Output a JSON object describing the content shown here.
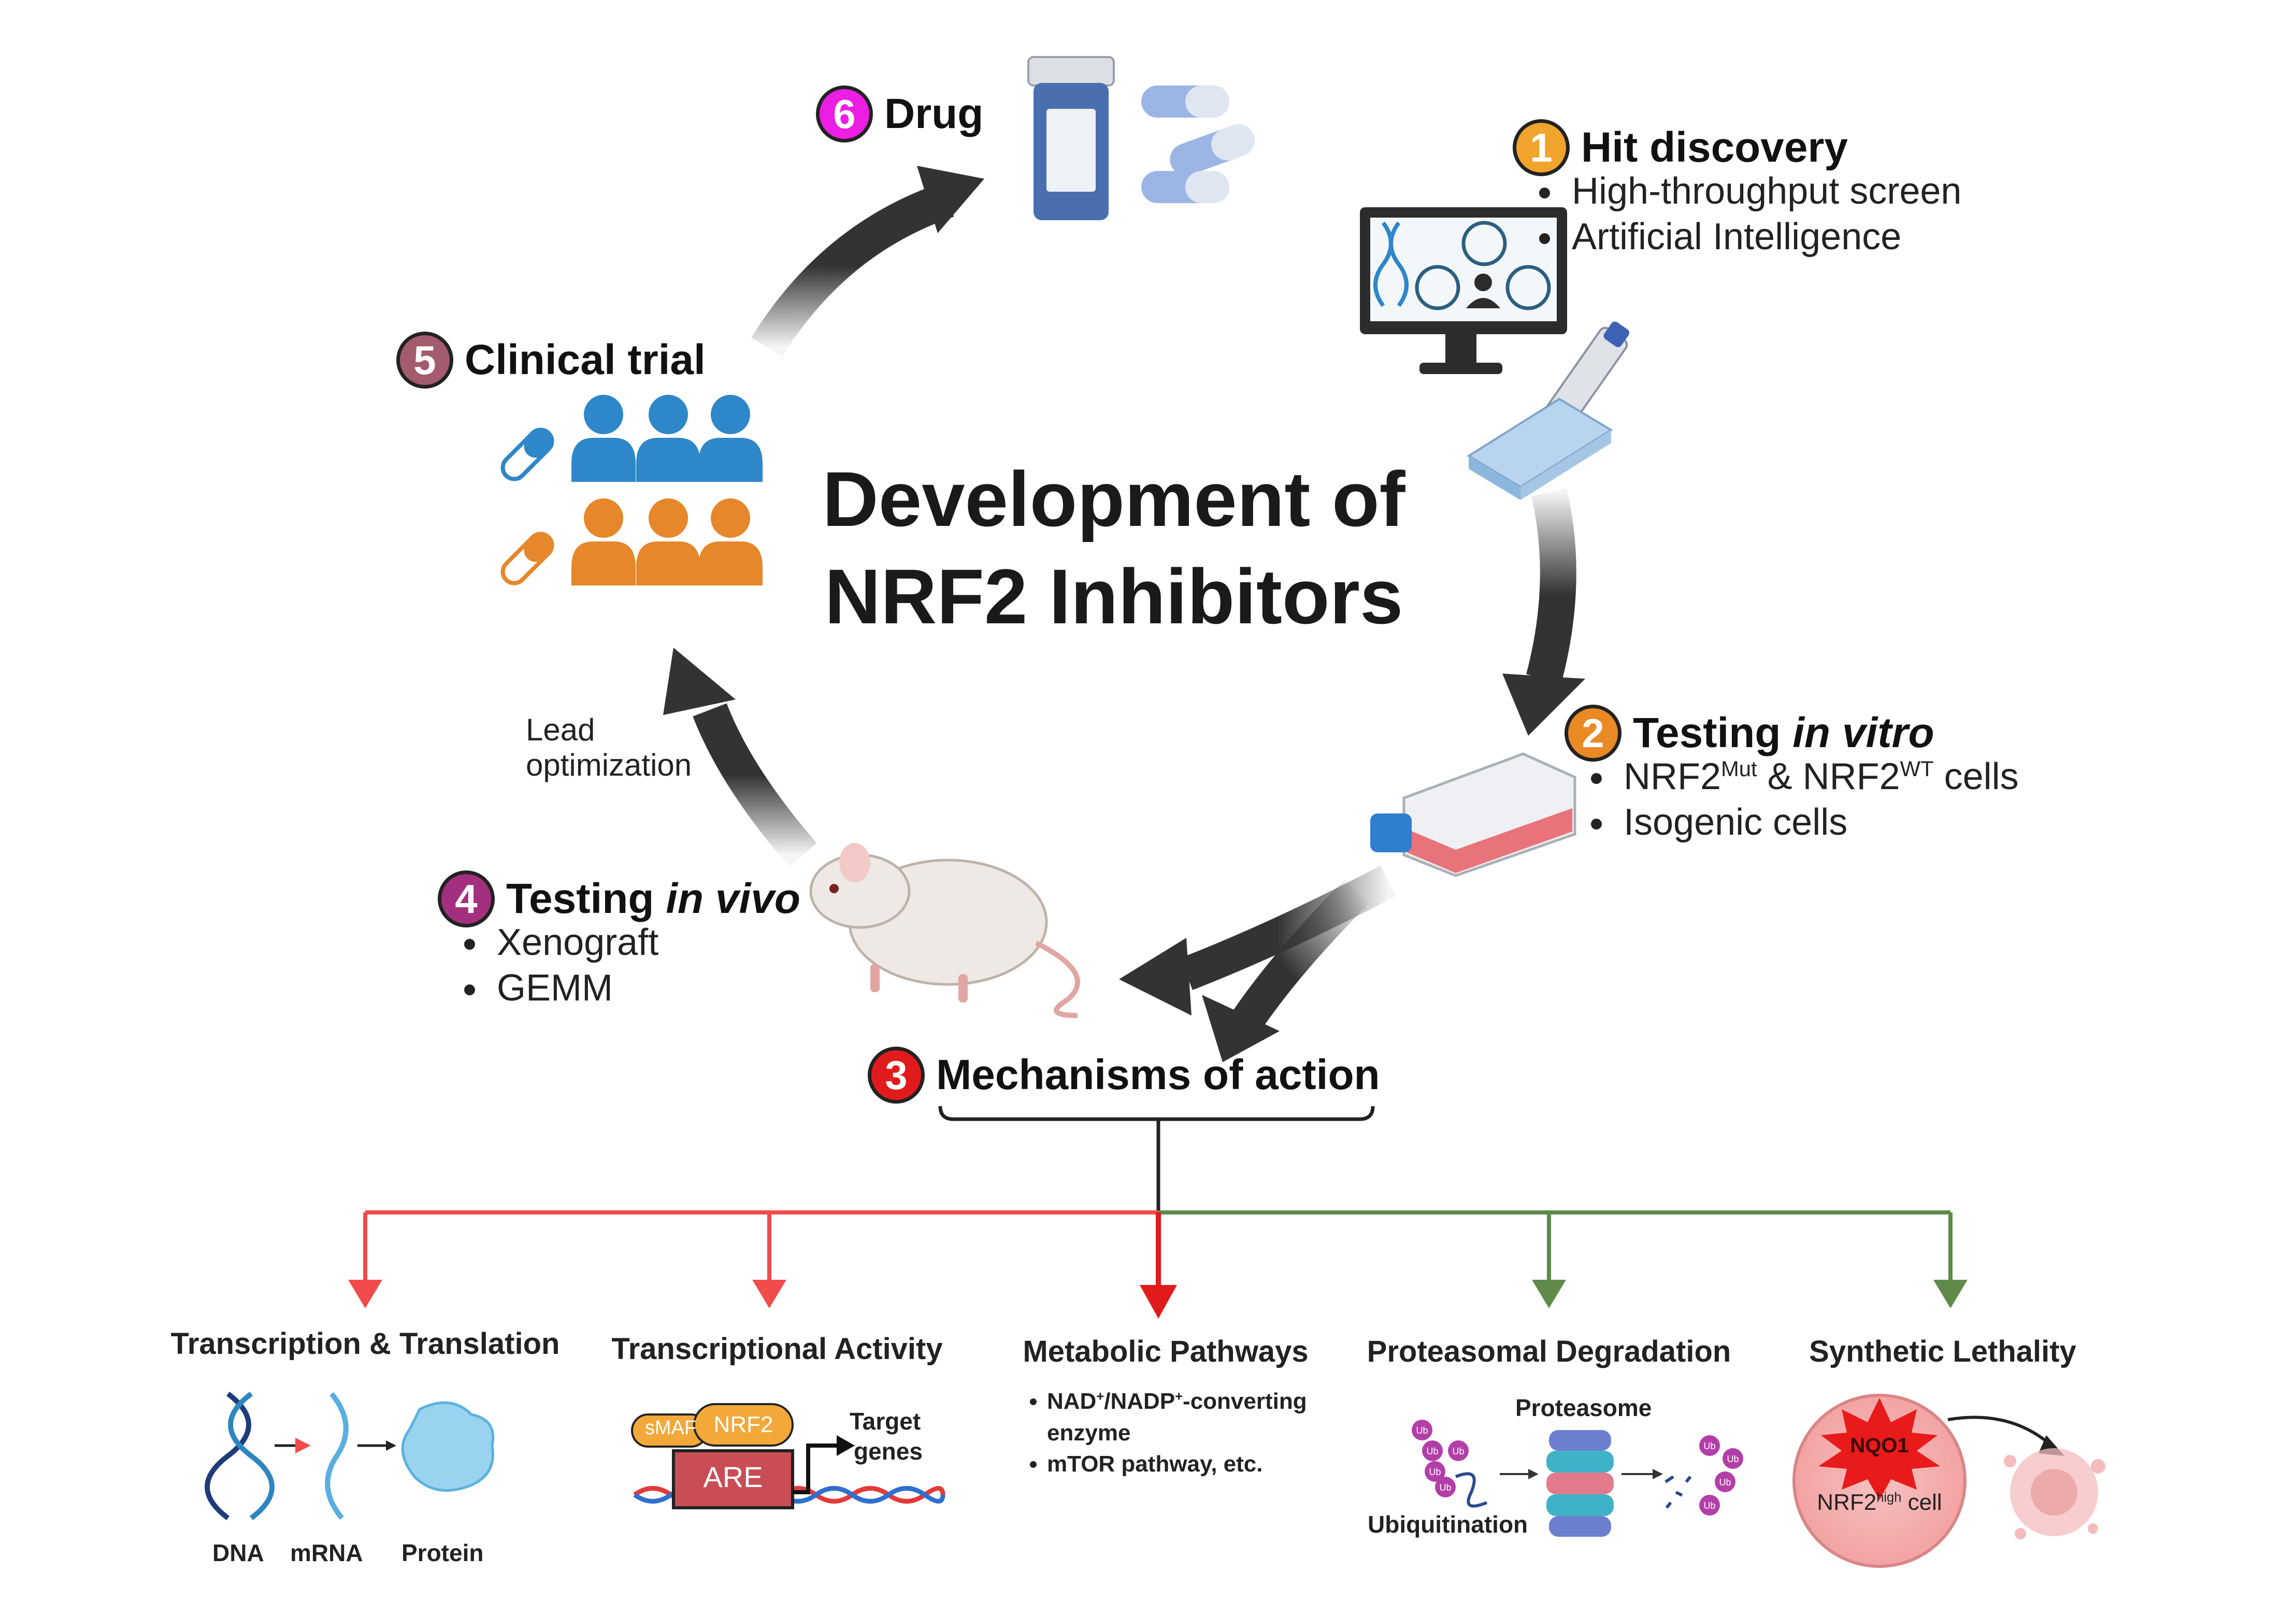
{
  "title": {
    "line1": "Development of",
    "line2": "NRF2 Inhibitors"
  },
  "colors": {
    "step1": "#f0a42b",
    "step2": "#e98a24",
    "step3": "#e11b1b",
    "step4": "#a3307f",
    "step5": "#a45b6e",
    "step6": "#ec1ee3",
    "red_branch": "#f24b4b",
    "green_branch": "#5f8a4a",
    "blue_people": "#2d87c8",
    "orange_people": "#e5872a"
  },
  "steps": {
    "s1": {
      "num": "1",
      "label": "Hit discovery",
      "bullets": [
        "High-throughput screen",
        "Artificial Intelligence"
      ]
    },
    "s2": {
      "num": "2",
      "label": "Testing ",
      "label_italic": "in vitro",
      "b1_a": "NRF2",
      "b1_sup1": "Mut",
      "b1_b": " & NRF2",
      "b1_sup2": "WT",
      "b1_c": " cells",
      "b2": "Isogenic cells"
    },
    "s3": {
      "num": "3",
      "label": "Mechanisms of action"
    },
    "s4": {
      "num": "4",
      "label": "Testing ",
      "label_italic": "in vivo",
      "bullets": [
        "Xenograft",
        "GEMM"
      ]
    },
    "s5": {
      "num": "5",
      "label": "Clinical trial"
    },
    "s6": {
      "num": "6",
      "label": "Drug"
    }
  },
  "lead_optimization": {
    "line1": "Lead",
    "line2": "optimization"
  },
  "mechanisms": {
    "m1": {
      "title": "Transcription & Translation",
      "dna": "DNA",
      "mrna": "mRNA",
      "protein": "Protein"
    },
    "m2": {
      "title": "Transcriptional Activity",
      "smaf": "sMAF",
      "nrf2": "NRF2",
      "are": "ARE",
      "target1": "Target",
      "target2": "genes"
    },
    "m3": {
      "title": "Metabolic Pathways",
      "b1_a": "NAD",
      "b1_sup1": "+",
      "b1_b": "/NADP",
      "b1_sup2": "+",
      "b1_c": "-converting",
      "b1_d": "enzyme",
      "b2": "mTOR pathway, etc."
    },
    "m4": {
      "title": "Proteasomal Degradation",
      "proteasome": "Proteasome",
      "ubiquitination": "Ubiquitination",
      "ub": "Ub"
    },
    "m5": {
      "title": "Synthetic Lethality",
      "nqo1": "NQO1",
      "cell_a": "NRF2",
      "cell_sup": "high",
      "cell_b": " cell"
    }
  }
}
